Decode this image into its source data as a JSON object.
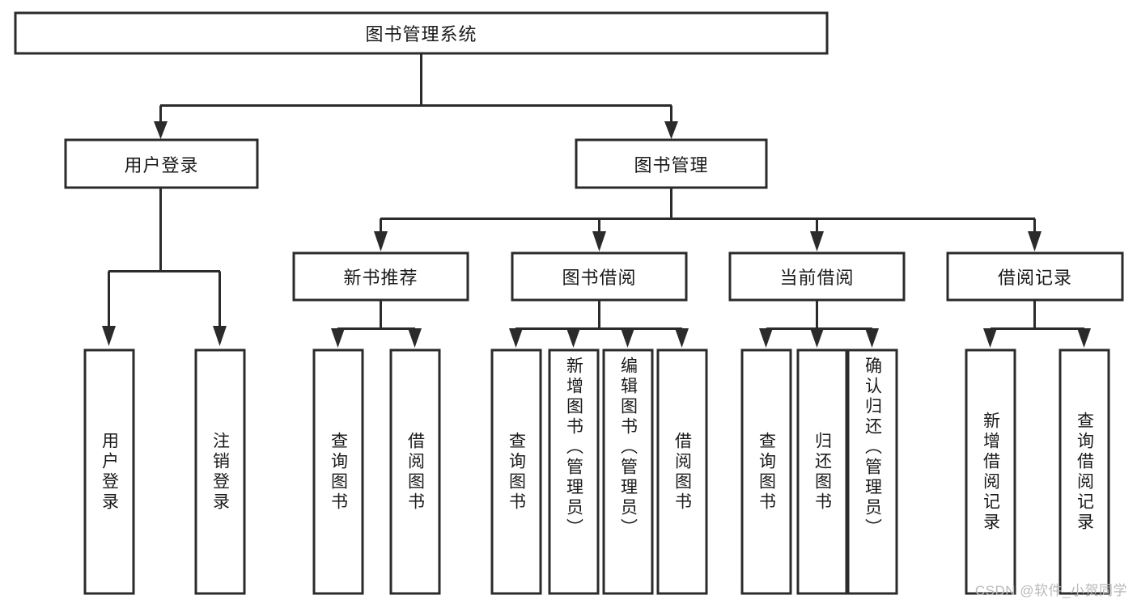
{
  "diagram": {
    "type": "tree-hierarchy",
    "title": "图书管理系统",
    "watermark": "CSDN @软件_小贺同学",
    "colors": {
      "stroke": "#2b2b2b",
      "box_fill": "#ffffff",
      "text": "#1a1a1a",
      "background": "#ffffff",
      "watermark": "#b9b9b9"
    },
    "levels": {
      "root": {
        "label": "图书管理系统",
        "orientation": "horizontal"
      },
      "level2": [
        {
          "label": "用户登录",
          "orientation": "horizontal"
        },
        {
          "label": "图书管理",
          "orientation": "horizontal"
        }
      ],
      "level3": [
        {
          "label": "新书推荐",
          "orientation": "horizontal"
        },
        {
          "label": "图书借阅",
          "orientation": "horizontal"
        },
        {
          "label": "当前借阅",
          "orientation": "horizontal"
        },
        {
          "label": "借阅记录",
          "orientation": "horizontal"
        }
      ],
      "leaves": [
        {
          "label": "用户登录",
          "orientation": "vertical",
          "parent": "用户登录"
        },
        {
          "label": "注销登录",
          "orientation": "vertical",
          "parent": "用户登录"
        },
        {
          "label": "查询图书",
          "orientation": "vertical",
          "parent": "新书推荐"
        },
        {
          "label": "借阅图书",
          "orientation": "vertical",
          "parent": "新书推荐"
        },
        {
          "label": "查询图书",
          "orientation": "vertical",
          "parent": "图书借阅"
        },
        {
          "label": "新增图书（管理员）",
          "orientation": "vertical",
          "parent": "图书借阅"
        },
        {
          "label": "编辑图书（管理员）",
          "orientation": "vertical",
          "parent": "图书借阅"
        },
        {
          "label": "借阅图书",
          "orientation": "vertical",
          "parent": "图书借阅"
        },
        {
          "label": "查询图书",
          "orientation": "vertical",
          "parent": "当前借阅"
        },
        {
          "label": "归还图书",
          "orientation": "vertical",
          "parent": "当前借阅"
        },
        {
          "label": "确认归还（管理员）",
          "orientation": "vertical",
          "parent": "当前借阅"
        },
        {
          "label": "新增借阅记录",
          "orientation": "vertical",
          "parent": "借阅记录"
        },
        {
          "label": "查询借阅记录",
          "orientation": "vertical",
          "parent": "借阅记录"
        }
      ]
    }
  }
}
